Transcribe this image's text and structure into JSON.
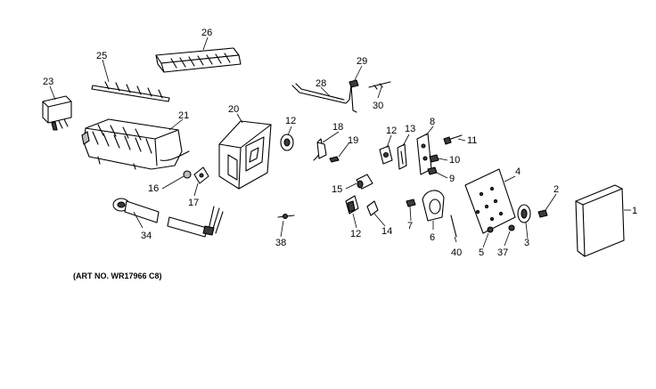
{
  "diagram": {
    "caption": "(ART NO. WR17966 C8)",
    "callouts": [
      {
        "id": "26",
        "text": "26"
      },
      {
        "id": "25",
        "text": "25"
      },
      {
        "id": "23",
        "text": "23"
      },
      {
        "id": "21",
        "text": "21"
      },
      {
        "id": "20",
        "text": "20"
      },
      {
        "id": "29",
        "text": "29"
      },
      {
        "id": "28",
        "text": "28"
      },
      {
        "id": "30",
        "text": "30"
      },
      {
        "id": "12a",
        "text": "12"
      },
      {
        "id": "18",
        "text": "18"
      },
      {
        "id": "19",
        "text": "19"
      },
      {
        "id": "12b",
        "text": "12"
      },
      {
        "id": "13",
        "text": "13"
      },
      {
        "id": "8",
        "text": "8"
      },
      {
        "id": "11",
        "text": "11"
      },
      {
        "id": "10",
        "text": "10"
      },
      {
        "id": "9",
        "text": "9"
      },
      {
        "id": "4",
        "text": "4"
      },
      {
        "id": "2",
        "text": "2"
      },
      {
        "id": "1",
        "text": "1"
      },
      {
        "id": "15",
        "text": "15"
      },
      {
        "id": "16",
        "text": "16"
      },
      {
        "id": "17",
        "text": "17"
      },
      {
        "id": "34",
        "text": "34"
      },
      {
        "id": "38",
        "text": "38"
      },
      {
        "id": "12c",
        "text": "12"
      },
      {
        "id": "14",
        "text": "14"
      },
      {
        "id": "7",
        "text": "7"
      },
      {
        "id": "6",
        "text": "6"
      },
      {
        "id": "40",
        "text": "40"
      },
      {
        "id": "5",
        "text": "5"
      },
      {
        "id": "37",
        "text": "37"
      },
      {
        "id": "3",
        "text": "3"
      }
    ]
  }
}
